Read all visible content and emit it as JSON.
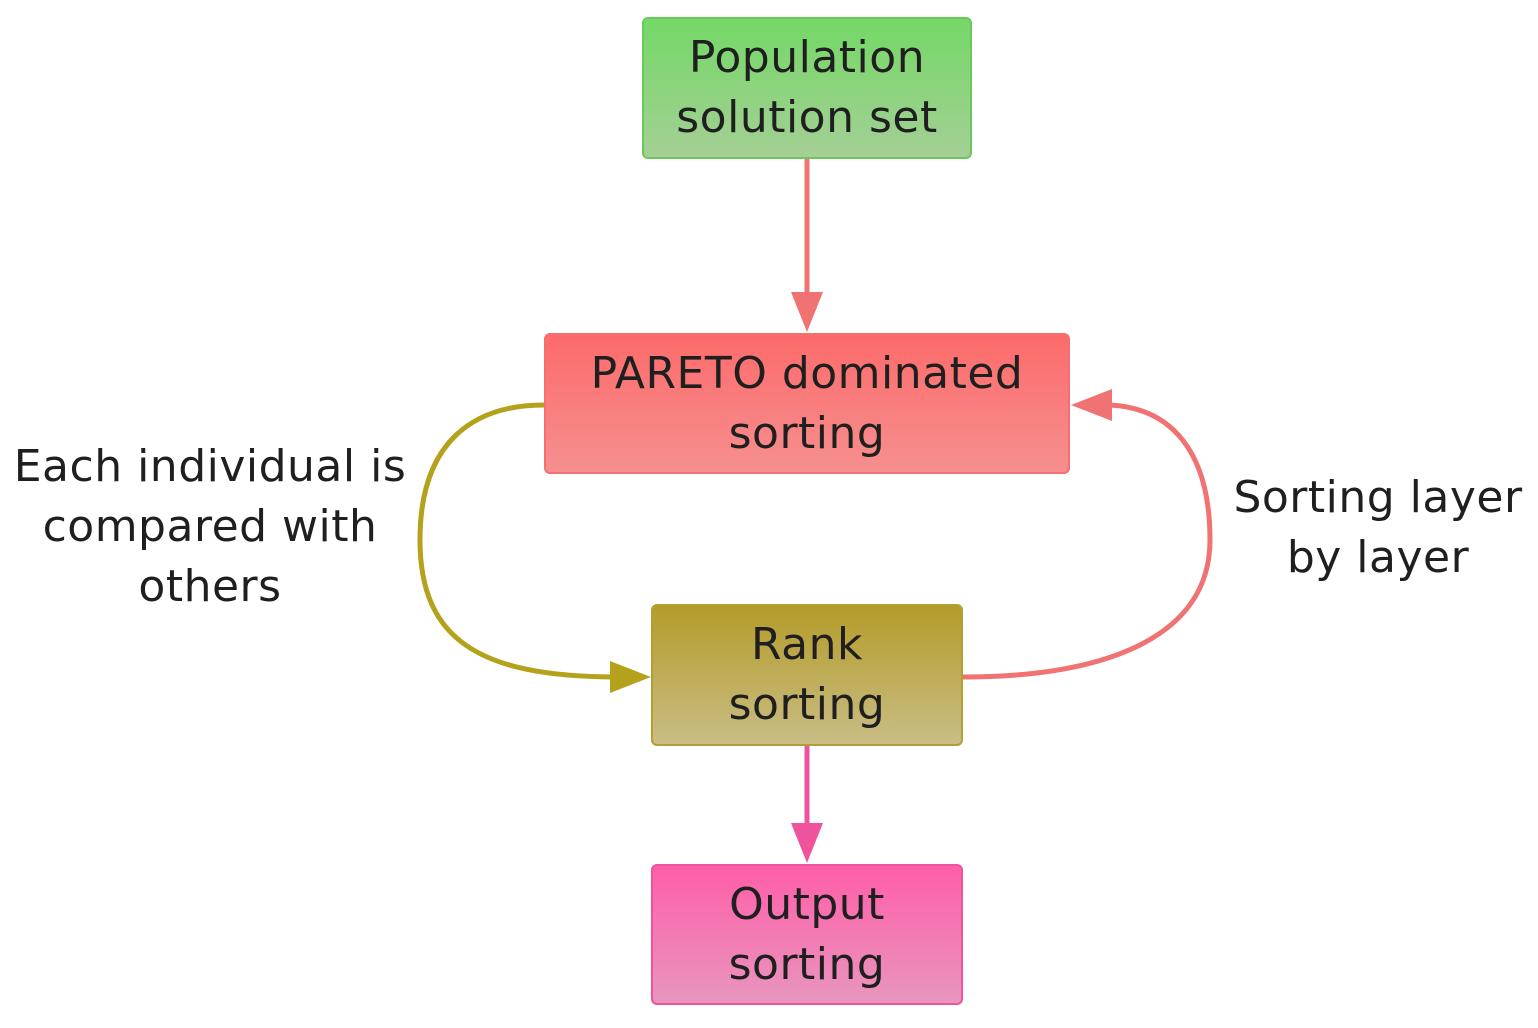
{
  "nodes": {
    "population": {
      "line1": "Population",
      "line2": "solution set"
    },
    "pareto": {
      "line1": "PARETO dominated",
      "line2": "sorting"
    },
    "rank": {
      "line1": "Rank",
      "line2": "sorting"
    },
    "output": {
      "line1": "Output",
      "line2": "sorting"
    }
  },
  "labels": {
    "left": {
      "line1": "Each individual is",
      "line2": "compared with",
      "line3": "others"
    },
    "right": {
      "line1": "Sorting layer",
      "line2": "by layer"
    }
  },
  "colors": {
    "population": "#74d866",
    "pareto": "#fd6b6b",
    "rank": "#b49c2a",
    "output": "#ff5ea8",
    "arrow_down_1": "#f07272",
    "arrow_left_loop": "#b5a21c",
    "arrow_right_loop": "#f07272",
    "arrow_down_2": "#f0539d"
  }
}
